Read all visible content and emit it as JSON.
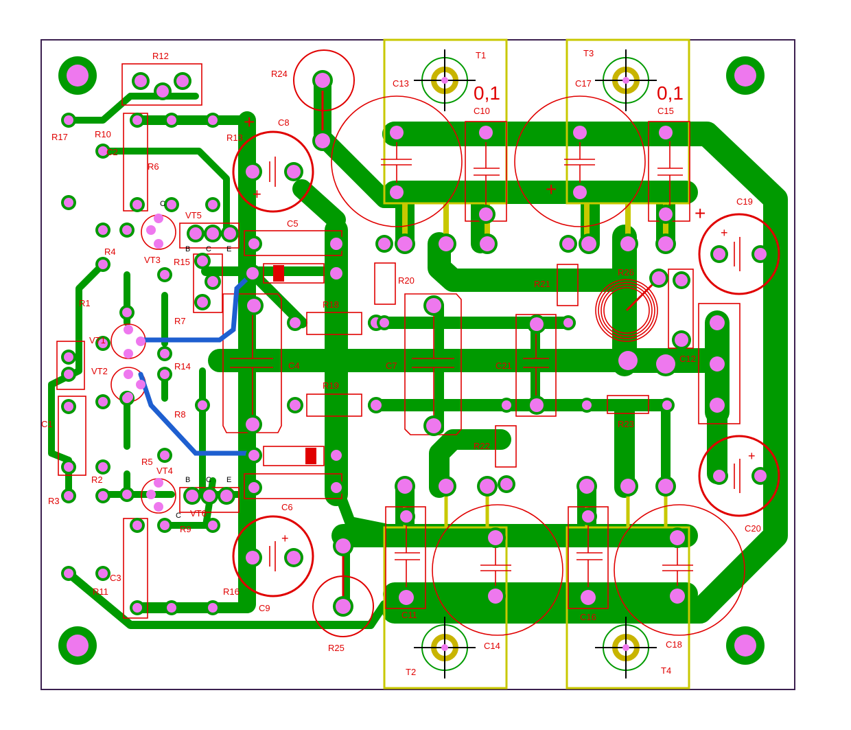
{
  "colors": {
    "board_outline": "#3b1f4f",
    "track": "#009a00",
    "pad": "#ee78ee",
    "silk": "#e00000",
    "heatsink_outline": "#c8c800",
    "jumper": "#1e5fd0",
    "crosshair": "#000000",
    "mount_ring_inner": "#c8b400"
  },
  "labels": {
    "R12": "R12",
    "R17": "R17",
    "R10": "R10",
    "C2": "C2",
    "R6": "R6",
    "R13": "R13",
    "R24": "R24",
    "C8": "C8",
    "VT5": "VT5",
    "VT3": "VT3",
    "R4": "R4",
    "R15": "R15",
    "C5": "C5",
    "R1": "R1",
    "VT1": "VT1",
    "VT2": "VT2",
    "R7": "R7",
    "R14": "R14",
    "C4": "C4",
    "R18": "R18",
    "R19": "R19",
    "C1": "C1",
    "R8": "R8",
    "R5": "R5",
    "R2": "R2",
    "VT4": "VT4",
    "VT6": "VT6",
    "C6": "C6",
    "R3": "R3",
    "R9": "R9",
    "R11": "R11",
    "C3": "C3",
    "R16": "R16",
    "C9": "C9",
    "R25": "R25",
    "T1": "T1",
    "C13": "C13",
    "C10": "C10",
    "T3": "T3",
    "C17": "C17",
    "C15": "C15",
    "R20": "R20",
    "C7": "C7",
    "R21": "R21",
    "R26": "R26",
    "C19": "C19",
    "C12": "C12",
    "C21": "C21",
    "R23": "R23",
    "R22": "R22",
    "C11": "C11",
    "C14": "C14",
    "T2": "T2",
    "C16": "C16",
    "C18": "C18",
    "T4": "T4",
    "C20": "C20",
    "val01a": "0,1",
    "val01b": "0,1",
    "B": "B",
    "C": "C",
    "E": "E",
    "plus": "+"
  }
}
